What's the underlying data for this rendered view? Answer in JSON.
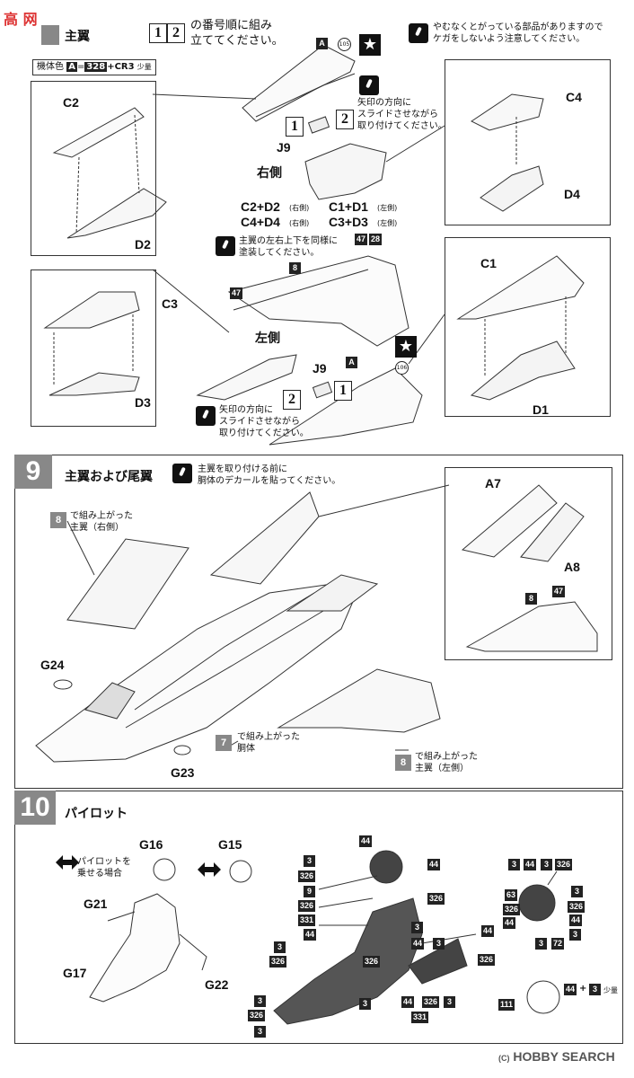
{
  "watermark_top": "高 网",
  "step8": {
    "title": "主翼",
    "order_text": "の番号順に組み\n立ててください。",
    "order_nums": [
      "1",
      "2"
    ],
    "caution_top": "やむなくとがっている部品がありますので\nケガをしないよう注意してください。",
    "body_color_label": "機体色",
    "body_color_key": "A",
    "body_color_eq": "=",
    "body_color_num": "328",
    "body_color_plus": "+CR3",
    "body_color_small": "少量",
    "slide_caution": "矢印の方向に\nスライドさせながら\n取り付けてください。",
    "paint_caution": "主翼の左右上下を同様に\n塗装してください。",
    "right_side": "右側",
    "left_side": "左側",
    "combo_rows": [
      {
        "a": "C2+D2",
        "a_note": "(右側)",
        "b": "C1+D1",
        "b_note": "(左側)"
      },
      {
        "a": "C4+D4",
        "a_note": "(右側)",
        "b": "C3+D3",
        "b_note": "(左側)"
      }
    ],
    "parts": {
      "c2": "C2",
      "d2": "D2",
      "c3": "C3",
      "d3": "D3",
      "c4": "C4",
      "d4": "D4",
      "c1": "C1",
      "d1": "D1",
      "j9a": "J9",
      "j9b": "J9"
    },
    "markers": {
      "a": "A",
      "c105": "105",
      "c106": "106",
      "n8": "8",
      "n47a": "47",
      "n47b": "47",
      "n28": "28",
      "one": "1",
      "two": "2",
      "one_b": "1",
      "two_b": "2"
    }
  },
  "step9": {
    "num": "9",
    "title": "主翼および尾翼",
    "caution": "主翼を取り付ける前に\n胴体のデカールを貼ってください。",
    "assembled_right_num": "8",
    "assembled_right": "で組み上がった\n主翼（右側）",
    "assembled_left_num": "8",
    "assembled_left": "で組み上がった\n主翼（左側）",
    "fuselage_num": "7",
    "fuselage": "で組み上がった\n胴体",
    "parts": {
      "g24": "G24",
      "g23": "G23",
      "a7": "A7",
      "a8": "A8"
    },
    "inset_nums": {
      "n8": "8",
      "n47": "47"
    }
  },
  "step10": {
    "num": "10",
    "title": "パイロット",
    "option_text": "パイロットを\n乗せる場合",
    "parts": {
      "g16": "G16",
      "g15": "G15",
      "g21": "G21",
      "g17": "G17",
      "g22": "G22"
    },
    "colors_body": [
      "3",
      "326",
      "9",
      "326",
      "331",
      "44",
      "3",
      "326",
      "3",
      "326",
      "3",
      "44",
      "44",
      "326",
      "3",
      "44",
      "3",
      "326"
    ],
    "colors_arm": [
      "3",
      "44",
      "326",
      "44",
      "326",
      "3",
      "331"
    ],
    "colors_helmet": [
      "3",
      "44",
      "3",
      "326",
      "63",
      "3",
      "326",
      "326",
      "44",
      "44",
      "3",
      "72",
      "3"
    ],
    "colors_face": [
      "111",
      "44",
      "+",
      "3",
      "少量"
    ]
  },
  "footer": "HOBBY SEARCH",
  "footer_tag": "(C)"
}
